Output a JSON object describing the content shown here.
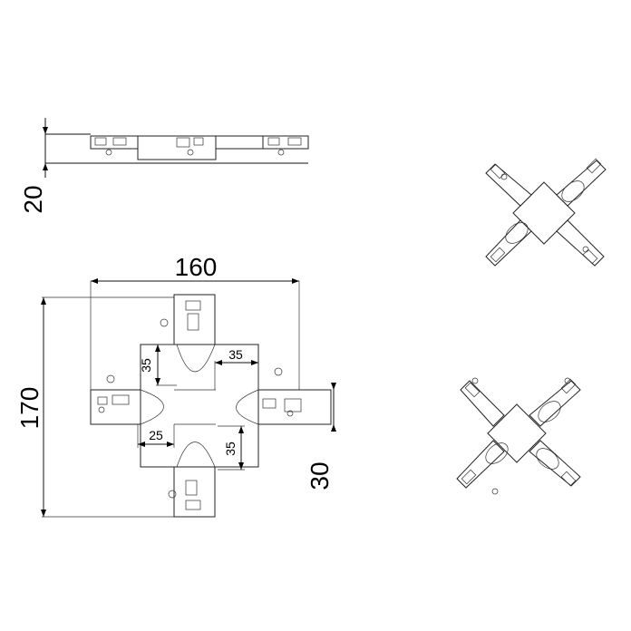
{
  "drawing": {
    "dimensions": {
      "height_side": "20",
      "width_total": "160",
      "height_total": "170",
      "arm_height": "30",
      "offset_top_arm": "35",
      "offset_right_arm": "35",
      "offset_left_arm": "25",
      "offset_bottom_arm": "35"
    }
  }
}
